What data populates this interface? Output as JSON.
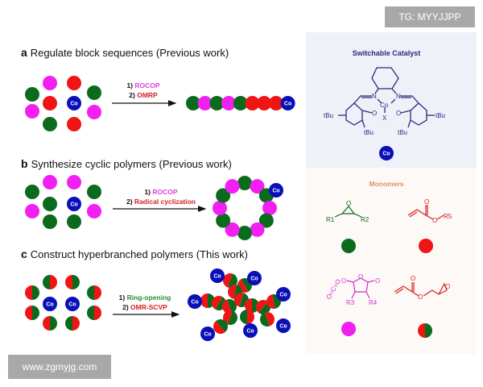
{
  "watermarks": {
    "top_right": "TG: MYYJJPP",
    "bottom_left": "www.zgmyjg.com"
  },
  "colors": {
    "green": "#0b6b1c",
    "magenta": "#f21ff2",
    "red": "#f01414",
    "cobalt": "#0a10b8",
    "catalyst_ink": "#2a2a80",
    "monomer_title": "#e09060"
  },
  "panels": {
    "a": {
      "letter": "a",
      "title": "Regulate block sequences  (Previous work)",
      "step1_prefix": "1) ",
      "step1": "ROCOP",
      "step2_prefix": "2) ",
      "step2": "OMRP"
    },
    "b": {
      "letter": "b",
      "title": "Synthesize cyclic polymers  (Previous work)",
      "step1_prefix": "1) ",
      "step1": "ROCOP",
      "step2_prefix": "2) ",
      "step2": "Radical cyclization"
    },
    "c": {
      "letter": "c",
      "title": "Construct hyperbranched polymers (This work)",
      "step1_prefix": "1) ",
      "step1": "Ring-opening",
      "step2_prefix": "2) ",
      "step2": "OMR-SCVP"
    }
  },
  "co_label": "Co",
  "catalyst": {
    "title": "Switchable Catalyst",
    "N": "N",
    "O": "O",
    "Co": "Co",
    "X": "X",
    "tBu": "tBu"
  },
  "monomers": {
    "title": "Monomers",
    "R1": "R1",
    "R2": "R2",
    "R3": "R3",
    "R4": "R4",
    "R5": "R5",
    "O": "O",
    "CO2": "O=C=O"
  }
}
